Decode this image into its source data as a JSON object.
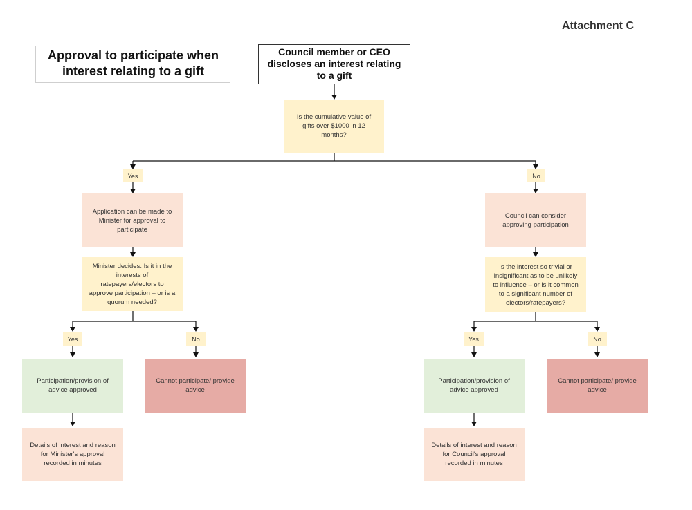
{
  "header": {
    "attachment": "Attachment C",
    "title_line1": "Approval to participate when",
    "title_line2": "interest relating to a gift"
  },
  "start": {
    "line1": "Council member or CEO",
    "line2": "discloses an interest relating",
    "line3": "to a gift"
  },
  "question1": "Is the cumulative value of gifts over $1000 in 12 months?",
  "left_branch": {
    "yes_label": "Yes",
    "application": "Application can be made to Minister for approval to participate",
    "minister_decides": "Minister decides: Is it in the interests of ratepayers/electors to approve participation – or is a quorum needed?",
    "yes_label2": "Yes",
    "no_label2": "No",
    "approved": "Participation/provision of advice approved",
    "cannot": "Cannot participate/ provide advice",
    "details": "Details of interest and reason for Minister's approval recorded in minutes"
  },
  "right_branch": {
    "no_label": "No",
    "council_consider": "Council can consider approving participation",
    "trivial_question": "Is the interest so trivial or insignificant as to be unlikely to influence – or is it common to a significant number of electors/ratepayers?",
    "yes_label2": "Yes",
    "no_label2": "No",
    "approved": "Participation/provision of advice approved",
    "cannot": "Cannot participate/ provide advice",
    "details": "Details of interest and reason for Council's approval recorded in minutes"
  }
}
